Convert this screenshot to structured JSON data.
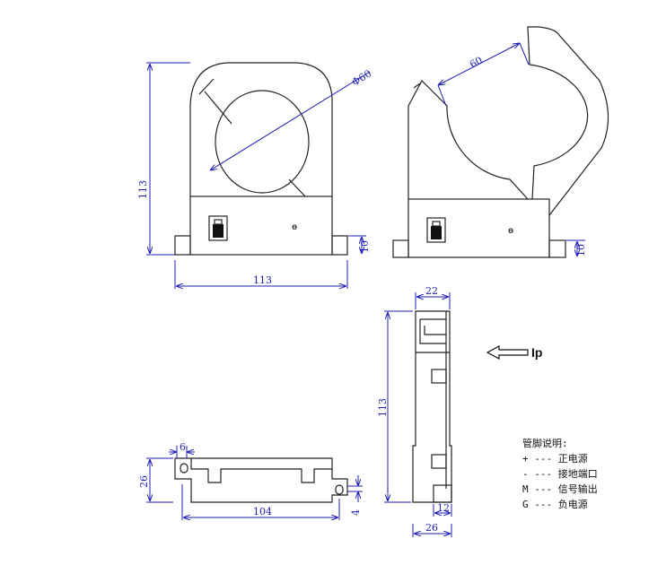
{
  "front_view": {
    "height_dim": "113",
    "width_dim": "113",
    "foot_dim": "10",
    "diameter_dim": "Φ60"
  },
  "open_view": {
    "opening_dim": "60",
    "foot_dim": "10"
  },
  "side_view": {
    "top_width_dim": "22",
    "height_dim": "113",
    "foot_width_dim": "12",
    "base_width_dim": "26",
    "current_direction_label": "Ip"
  },
  "bottom_view": {
    "slot_dim": "6",
    "height_dim": "26",
    "length_dim": "104",
    "offset_dim": "4"
  },
  "pin_legend": {
    "title": "管脚说明:",
    "items": [
      "+ --- 正电源",
      "- --- 接地端口",
      "M --- 信号输出",
      "G --- 负电源"
    ]
  }
}
